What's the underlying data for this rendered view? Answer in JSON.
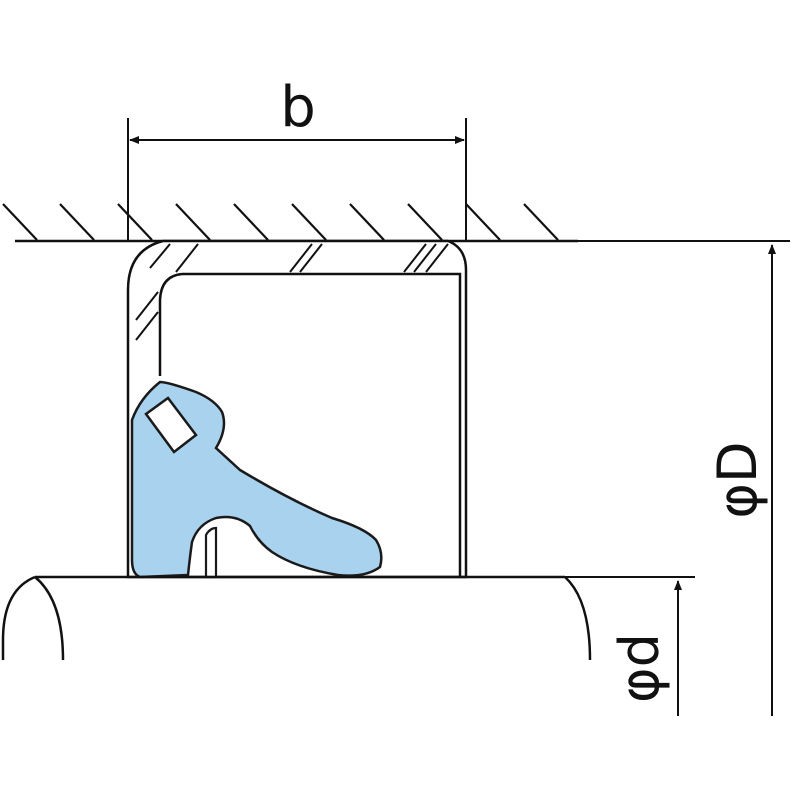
{
  "labels": {
    "width": "b",
    "outer_diameter": "φD",
    "inner_diameter": "φd"
  },
  "colors": {
    "line": "#111111",
    "background": "#ffffff",
    "seal_fill": "#a9d2ee",
    "seal_outline": "#1a1a1a"
  }
}
